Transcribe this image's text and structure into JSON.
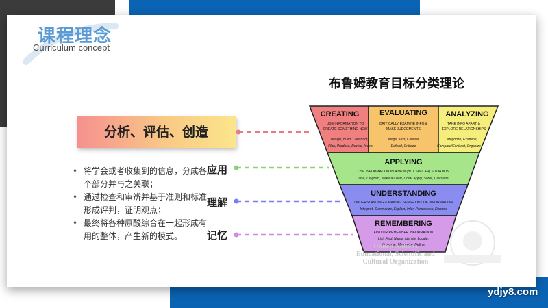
{
  "header": {
    "title_cn": "课程理念",
    "title_en": "Curriculum concept"
  },
  "diagram": {
    "title": "布鲁姆教育目标分类理论",
    "top": [
      {
        "name": "CREATING",
        "desc": [
          "USE INFORMATION TO",
          "CREATE SOMETHING NEW"
        ],
        "verbs": [
          "Design, Build, Construct,",
          "Plan, Produce, Devise, Invent"
        ],
        "color": "#f08080"
      },
      {
        "name": "EVALUATING",
        "desc": [
          "CRITICALLY EXAMINE INFO &",
          "MAKE JUDGEMENTS"
        ],
        "verbs": [
          "Judge, Test, Critique,",
          "Defend, Criticize"
        ],
        "color": "#f7c46c"
      },
      {
        "name": "ANALYZING",
        "desc": [
          "TAKE INFO APART &",
          "EXPLORE RELATIONSHIPS"
        ],
        "verbs": [
          "Categorize, Examine,",
          "Compare/Contrast, Organize"
        ],
        "color": "#f6ee7c"
      }
    ],
    "levels": [
      {
        "name": "APPLYING",
        "desc": "USE INFORMATION IN A NEW (BUT SIMILAR) SITUATION",
        "verbs": "Use, Diagram, Make a Chart, Draw, Apply, Solve, Calculate",
        "color": "#a6e58a"
      },
      {
        "name": "UNDERSTANDING",
        "desc": "UNDERSTANDING & MAKING SENSE OUT OF INFORMATION",
        "verbs": "Interpret, Summarize, Explain, Infer, Paraphrase, Discuss",
        "color": "#8b8cf0"
      },
      {
        "name": "REMEMBERING",
        "desc": "FIND OR REMEMBER INFORMATION",
        "verbs_1": "List, Find, Name, Identify, Locate,",
        "verbs_2": "Describe, Memorize, Define",
        "color": "#d59be8"
      }
    ]
  },
  "highlight": {
    "text": "分析、评估、创造"
  },
  "labels": {
    "apply": "应用",
    "understand": "理解",
    "remember": "记忆"
  },
  "bullets": [
    "将学会或者收集到的信息，分成各个部分并与之关联；",
    "通过检查和审辨并基于准则和标准形成评判，证明观点；",
    "最终将各种原酸综合在一起形成有用的整体，产生新的模式。"
  ],
  "watermark": [
    "United Nations",
    "Educational, Scientific and",
    "Cultural Organization"
  ],
  "site": "ydjy8.com",
  "colors": {
    "accent_blue": "#0b63b3",
    "dark": "#3b3b3b",
    "dash_red": "#e87c7c",
    "dash_green": "#8ed07a",
    "dash_blue": "#7b7ef0",
    "dash_purple": "#cf8be0"
  }
}
